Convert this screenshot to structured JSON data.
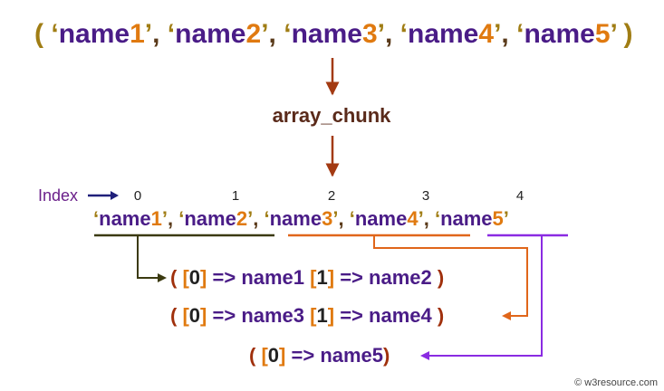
{
  "colors": {
    "quote": "#a07d14",
    "name": "#4a1c87",
    "digit": "#e07a10",
    "comma": "#5a3a1a",
    "paren": "#a0300c",
    "arrow": "#a33a12",
    "index_arrow": "#1f1f7a",
    "index_label": "#6a1f8a",
    "dark_olive": "#3b3a10",
    "orange": "#e0661a",
    "purple": "#8a2be2",
    "num": "#222222",
    "gray": "#444444",
    "map": "#7a2a10",
    "chunk": "#5a2a1a"
  },
  "input": {
    "open": "(",
    "close": ")",
    "names": [
      {
        "base": "name",
        "digit": "1"
      },
      {
        "base": "name",
        "digit": "2"
      },
      {
        "base": "name",
        "digit": "3"
      },
      {
        "base": "name",
        "digit": "4"
      },
      {
        "base": "name",
        "digit": "5"
      }
    ]
  },
  "function_label": "array_chunk",
  "index_label": "Index",
  "indices": [
    "0",
    "1",
    "2",
    "3",
    "4"
  ],
  "results": [
    {
      "open": "(",
      "close": ")",
      "pairs": [
        {
          "key": "0",
          "arrow": "=>",
          "value": "name1"
        },
        {
          "key": "1",
          "arrow": "=>",
          "value": "name2"
        }
      ]
    },
    {
      "open": "(",
      "close": ")",
      "pairs": [
        {
          "key": "0",
          "arrow": "=>",
          "value": "name3"
        },
        {
          "key": "1",
          "arrow": "=>",
          "value": "name4"
        }
      ]
    },
    {
      "open": "(",
      "close": ")",
      "pairs": [
        {
          "key": "0",
          "arrow": "=>",
          "value": "name5"
        }
      ]
    }
  ],
  "credit": "© w3resource.com"
}
